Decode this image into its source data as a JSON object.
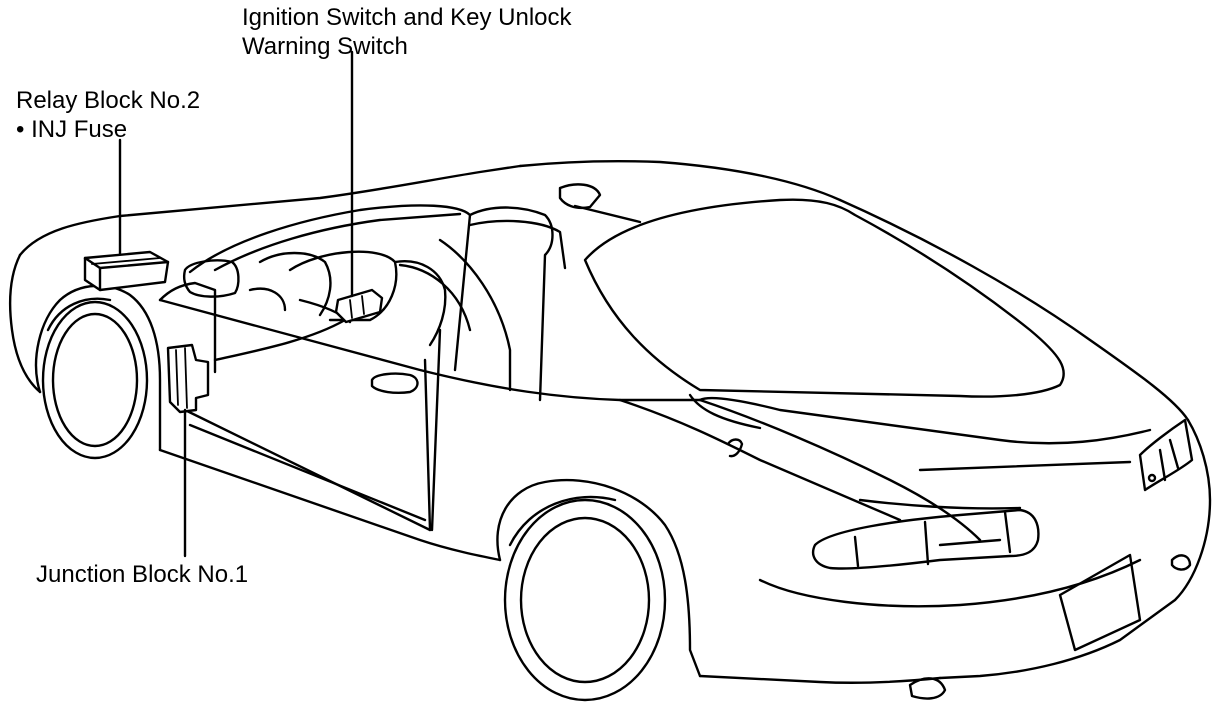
{
  "labels": {
    "ignition_line1": "Ignition Switch and Key Unlock",
    "ignition_line2": "Warning Switch",
    "relay_line1": "Relay Block No.2",
    "relay_line2": "• INJ Fuse",
    "junction": "Junction Block No.1"
  },
  "colors": {
    "line": "#000000",
    "background": "#ffffff"
  }
}
